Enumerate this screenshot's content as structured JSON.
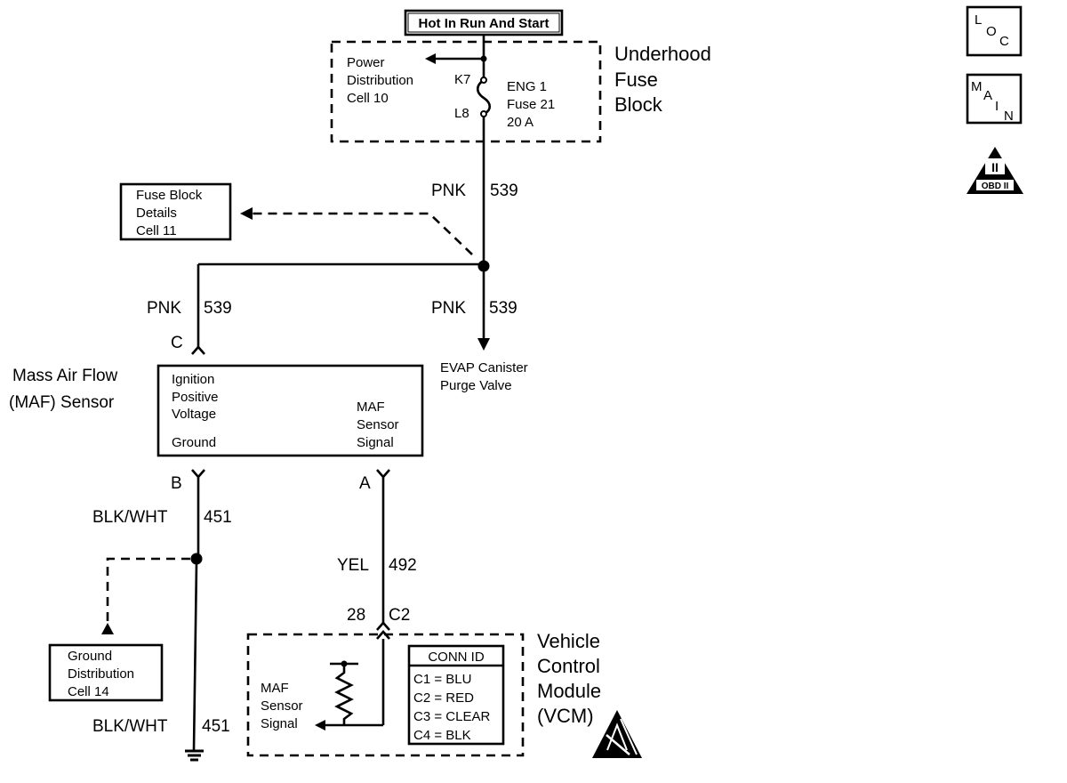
{
  "power_source": "Hot In Run And Start",
  "underhood_fuse_block": {
    "title_lines": [
      "Underhood",
      "Fuse",
      "Block"
    ],
    "power_distribution_lines": [
      "Power",
      "Distribution",
      "Cell 10"
    ],
    "terminal_top": "K7",
    "terminal_bottom": "L8",
    "fuse_lines": [
      "ENG 1",
      "Fuse 21",
      "20 A"
    ]
  },
  "fuse_block_details_lines": [
    "Fuse Block",
    "Details",
    "Cell 11"
  ],
  "wires": {
    "pnk_upper": {
      "color": "PNK",
      "circuit": "539"
    },
    "pnk_left": {
      "color": "PNK",
      "circuit": "539"
    },
    "pnk_right": {
      "color": "PNK",
      "circuit": "539"
    },
    "blk_wht_upper": {
      "color": "BLK/WHT",
      "circuit": "451"
    },
    "blk_wht_lower": {
      "color": "BLK/WHT",
      "circuit": "451"
    },
    "yel": {
      "color": "YEL",
      "circuit": "492"
    }
  },
  "evap_lines": [
    "EVAP Canister",
    "Purge Valve"
  ],
  "maf_sensor": {
    "title_lines": [
      "Mass Air Flow",
      "(MAF) Sensor"
    ],
    "pin_c": "C",
    "pin_b": "B",
    "pin_a": "A",
    "ignition_lines": [
      "Ignition",
      "Positive",
      "Voltage"
    ],
    "ground": "Ground",
    "signal_lines": [
      "MAF",
      "Sensor",
      "Signal"
    ]
  },
  "ground_distribution_lines": [
    "Ground",
    "Distribution",
    "Cell 14"
  ],
  "vcm": {
    "pin": "28",
    "connector": "C2",
    "title_lines": [
      "Vehicle",
      "Control",
      "Module",
      "(VCM)"
    ],
    "signal_lines": [
      "MAF",
      "Sensor",
      "Signal"
    ],
    "conn_id_title": "CONN ID",
    "conn_id_rows": [
      "C1 = BLU",
      "C2 = RED",
      "C3 = CLEAR",
      "C4 = BLK"
    ]
  },
  "icons": {
    "loc": [
      "L",
      "O",
      "C"
    ],
    "main": [
      "M",
      "A",
      "I",
      "N"
    ],
    "obd_numeral": "II",
    "obd_label": "OBD II"
  }
}
